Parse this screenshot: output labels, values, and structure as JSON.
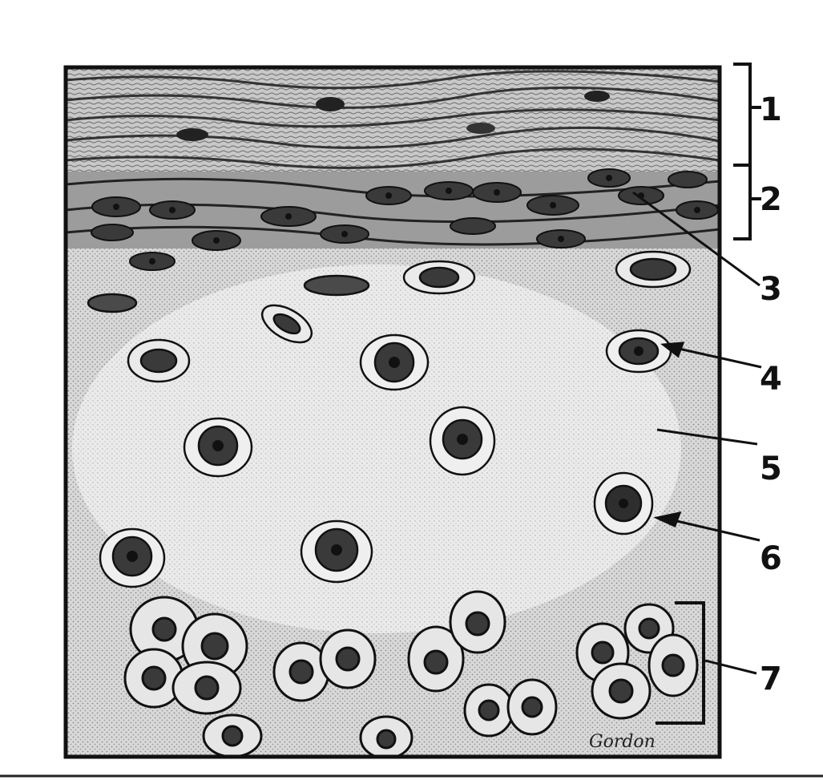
{
  "diagram": {
    "labels": [
      {
        "id": "1",
        "text": "1"
      },
      {
        "id": "2",
        "text": "2"
      },
      {
        "id": "3",
        "text": "3"
      },
      {
        "id": "4",
        "text": "4"
      },
      {
        "id": "5",
        "text": "5"
      },
      {
        "id": "6",
        "text": "6"
      },
      {
        "id": "7",
        "text": "7"
      }
    ],
    "signature": "Gordon",
    "colors": {
      "ink": "#111111",
      "ground": "#d8d8d8",
      "fibrous": "#bdbdbd",
      "nucleus": "#2a2a2a"
    }
  }
}
